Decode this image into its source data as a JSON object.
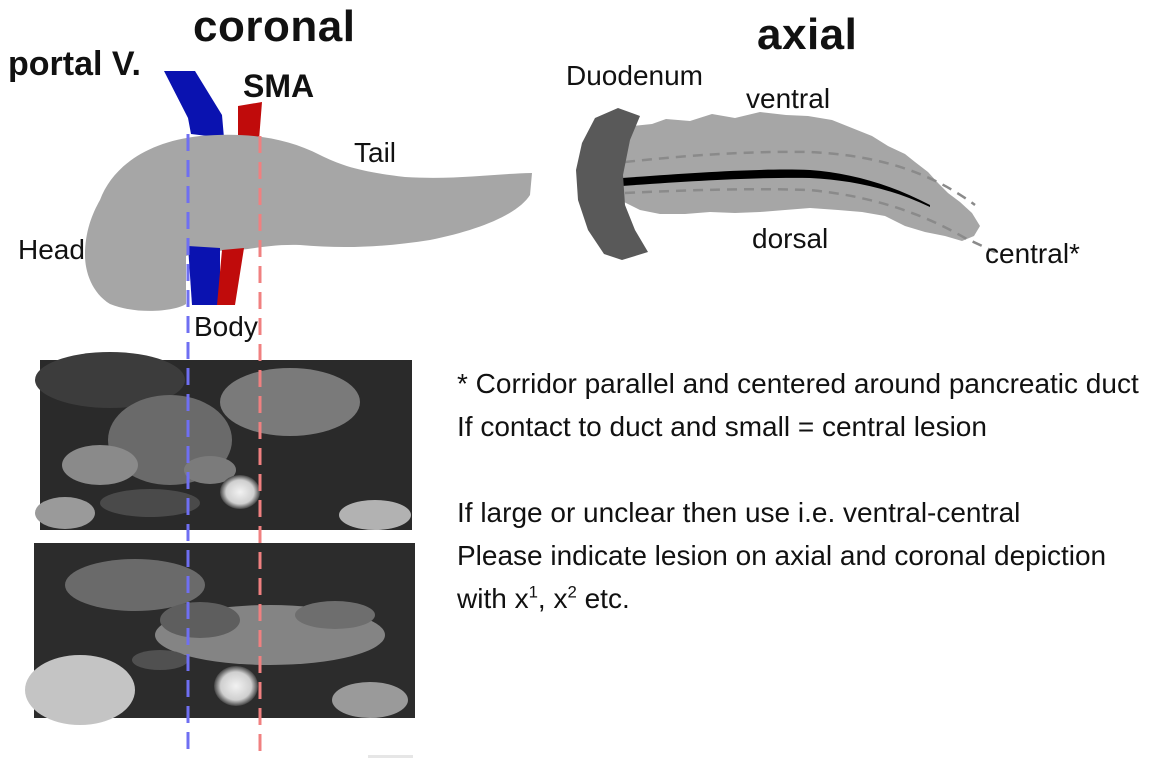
{
  "coronal": {
    "title": "coronal",
    "labels": {
      "portal_vein": "portal V.",
      "sma": "SMA",
      "tail": "Tail",
      "head": "Head",
      "body": "Body"
    }
  },
  "axial": {
    "title": "axial",
    "labels": {
      "duodenum": "Duodenum",
      "ventral": "ventral",
      "dorsal": "dorsal",
      "central": "central*"
    }
  },
  "notes": {
    "line1": "* Corridor parallel and centered around pancreatic duct",
    "line2": "If contact to duct and small = central lesion",
    "line3": "If large or unclear then  use  i.e. ventral-central",
    "line4": "Please indicate lesion on axial and coronal depiction",
    "line5_a": "with x",
    "line5_sup1": "1",
    "line5_b": ", x",
    "line5_sup2": "2",
    "line5_c": " etc."
  },
  "colors": {
    "pancreas": "#a6a6a6",
    "portal_vein": "#0a12b0",
    "sma": "#c00b0b",
    "duodenum": "#595959",
    "duct": "#000000",
    "guide_blue": "#6f6ff2",
    "guide_red": "#f08080",
    "mri_background": "#2a2a2a"
  }
}
